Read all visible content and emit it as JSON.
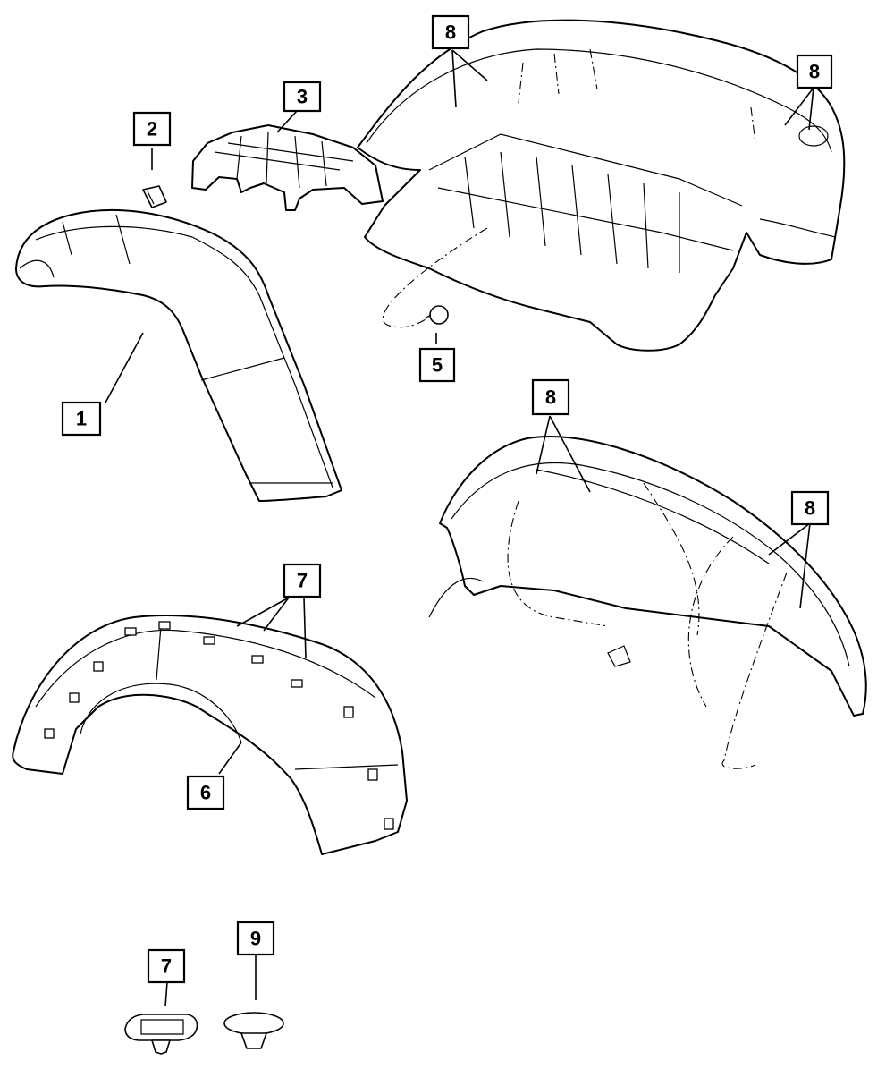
{
  "callouts": {
    "c1": "1",
    "c2": "2",
    "c3": "3",
    "c5": "5",
    "c6": "6",
    "c7a": "7",
    "c7b": "7",
    "c8a": "8",
    "c8b": "8",
    "c8c": "8",
    "c8d": "8",
    "c9": "9"
  }
}
